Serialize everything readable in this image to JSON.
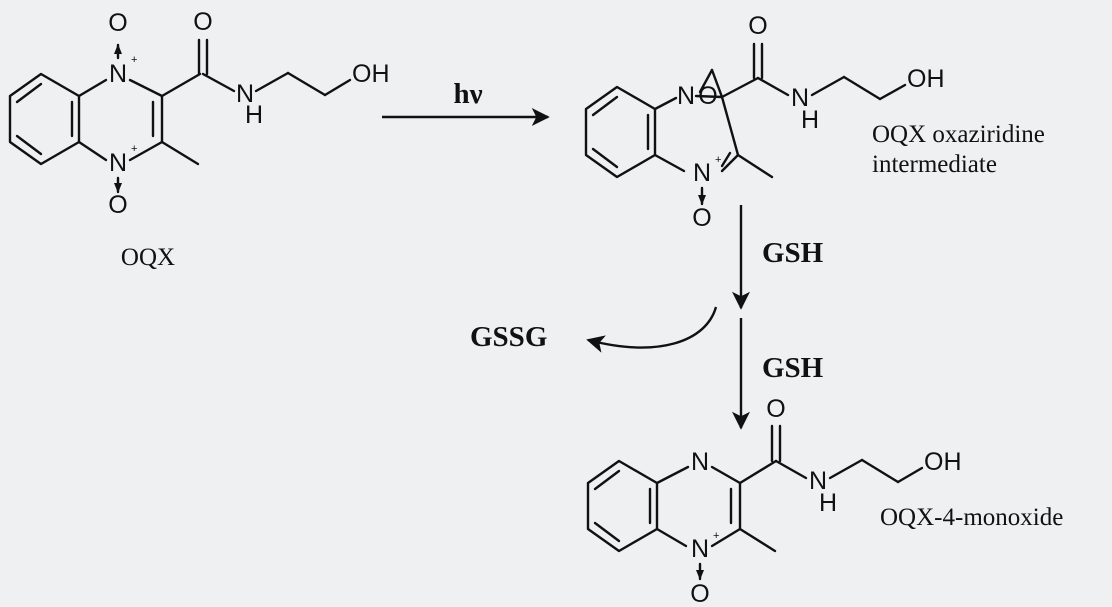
{
  "colors": {
    "ink": "#111111",
    "background": "#eef0f1"
  },
  "atoms": {
    "N": "N",
    "O": "O",
    "H": "H",
    "OH": "OH",
    "charge_plus": "+"
  },
  "compounds": {
    "start": {
      "caption": "OQX"
    },
    "intermediate": {
      "caption_line1": "OQX oxaziridine",
      "caption_line2": "intermediate"
    },
    "product": {
      "caption": "OQX-4-monoxide"
    }
  },
  "reagents": {
    "light": "hν",
    "gsh_first": "GSH",
    "gsh_second": "GSH",
    "byproduct": "GSSG"
  }
}
